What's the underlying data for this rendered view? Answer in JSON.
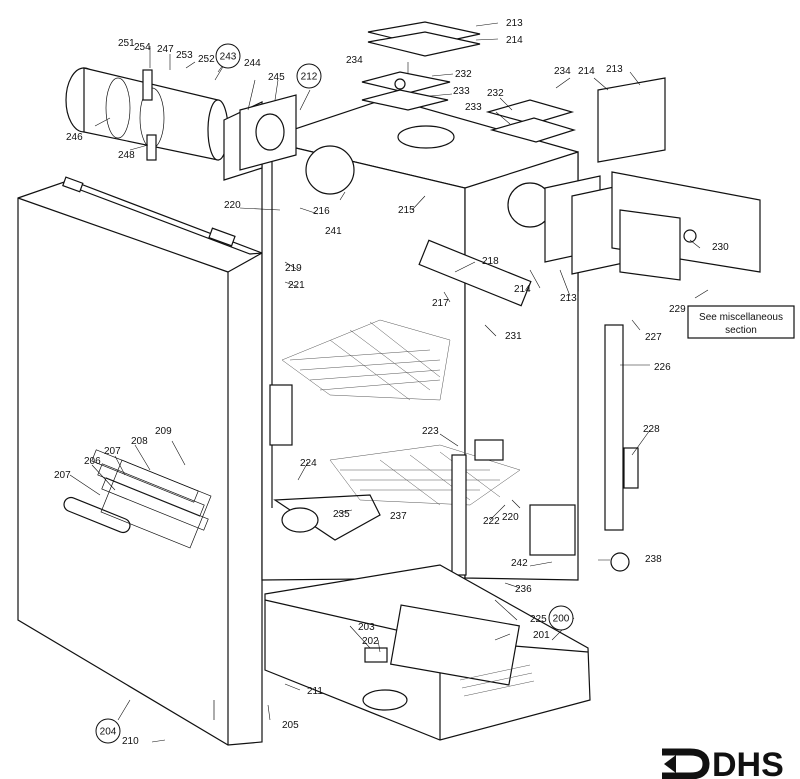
{
  "diagram": {
    "callouts": [
      {
        "id": "c213a",
        "label": "213"
      },
      {
        "id": "c214a",
        "label": "214"
      },
      {
        "id": "c234a",
        "label": "234"
      },
      {
        "id": "c232a",
        "label": "232"
      },
      {
        "id": "c233a",
        "label": "233"
      },
      {
        "id": "c234b",
        "label": "234"
      },
      {
        "id": "c214b",
        "label": "214"
      },
      {
        "id": "c213b",
        "label": "213"
      },
      {
        "id": "c232b",
        "label": "232"
      },
      {
        "id": "c233b",
        "label": "233"
      },
      {
        "id": "c251",
        "label": "251"
      },
      {
        "id": "c254",
        "label": "254"
      },
      {
        "id": "c247",
        "label": "247"
      },
      {
        "id": "c253",
        "label": "253"
      },
      {
        "id": "c252",
        "label": "252"
      },
      {
        "id": "c244",
        "label": "244"
      },
      {
        "id": "c245",
        "label": "245"
      },
      {
        "id": "c246",
        "label": "246"
      },
      {
        "id": "c248",
        "label": "248"
      },
      {
        "id": "c220a",
        "label": "220"
      },
      {
        "id": "c216",
        "label": "216"
      },
      {
        "id": "c241",
        "label": "241"
      },
      {
        "id": "c215",
        "label": "215"
      },
      {
        "id": "c219",
        "label": "219"
      },
      {
        "id": "c221",
        "label": "221"
      },
      {
        "id": "c218",
        "label": "218"
      },
      {
        "id": "c217",
        "label": "217"
      },
      {
        "id": "c214c",
        "label": "214"
      },
      {
        "id": "c213c",
        "label": "213"
      },
      {
        "id": "c230",
        "label": "230"
      },
      {
        "id": "c229",
        "label": "229"
      },
      {
        "id": "c231",
        "label": "231"
      },
      {
        "id": "c227",
        "label": "227"
      },
      {
        "id": "c226",
        "label": "226"
      },
      {
        "id": "c228",
        "label": "228"
      },
      {
        "id": "c209",
        "label": "209"
      },
      {
        "id": "c208",
        "label": "208"
      },
      {
        "id": "c207a",
        "label": "207"
      },
      {
        "id": "c206",
        "label": "206"
      },
      {
        "id": "c207b",
        "label": "207"
      },
      {
        "id": "c223",
        "label": "223"
      },
      {
        "id": "c224",
        "label": "224"
      },
      {
        "id": "c235",
        "label": "235"
      },
      {
        "id": "c237",
        "label": "237"
      },
      {
        "id": "c222",
        "label": "222"
      },
      {
        "id": "c220b",
        "label": "220"
      },
      {
        "id": "c242",
        "label": "242"
      },
      {
        "id": "c236",
        "label": "236"
      },
      {
        "id": "c238",
        "label": "238"
      },
      {
        "id": "c225",
        "label": "225"
      },
      {
        "id": "c203",
        "label": "203"
      },
      {
        "id": "c202",
        "label": "202"
      },
      {
        "id": "c201",
        "label": "201"
      },
      {
        "id": "c211",
        "label": "211"
      },
      {
        "id": "c205",
        "label": "205"
      },
      {
        "id": "c210",
        "label": "210"
      }
    ],
    "circled": [
      {
        "id": "k243",
        "label": "243"
      },
      {
        "id": "k212",
        "label": "212"
      },
      {
        "id": "k200",
        "label": "200"
      },
      {
        "id": "k204",
        "label": "204"
      }
    ],
    "note": {
      "line1": "See miscellaneous",
      "line2": "section"
    },
    "logo": {
      "text": "DHS"
    }
  }
}
